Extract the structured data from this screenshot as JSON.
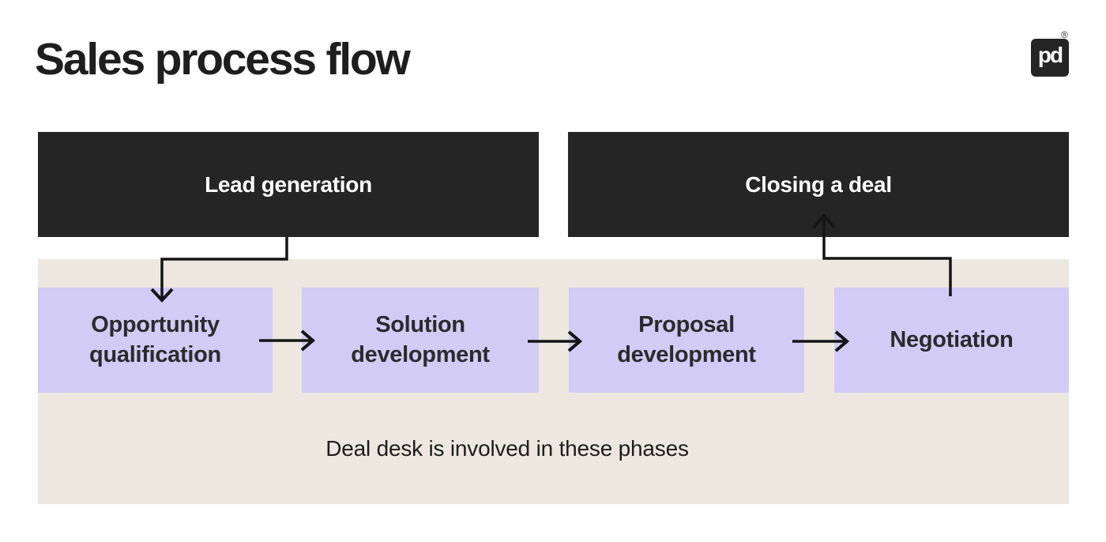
{
  "page": {
    "title": "Sales process flow"
  },
  "logo": {
    "name": "pandadoc-logo",
    "text": "pd",
    "registered": "®",
    "background": "#252525"
  },
  "colors": {
    "stage_box": "#252525",
    "stage_text": "#ffffff",
    "panel_background": "#ece8e0",
    "phase_box": "#d2cbf6",
    "phase_text": "#2b2b2b",
    "arrow": "#141414",
    "title_text": "#1e1e1e"
  },
  "stages": [
    {
      "label": "Lead generation"
    },
    {
      "label": "Closing a deal"
    }
  ],
  "phases": [
    {
      "label": "Opportunity qualification"
    },
    {
      "label": "Solution development"
    },
    {
      "label": "Proposal development"
    },
    {
      "label": "Negotiation"
    }
  ],
  "panel": {
    "caption": "Deal desk is involved in these phases"
  }
}
